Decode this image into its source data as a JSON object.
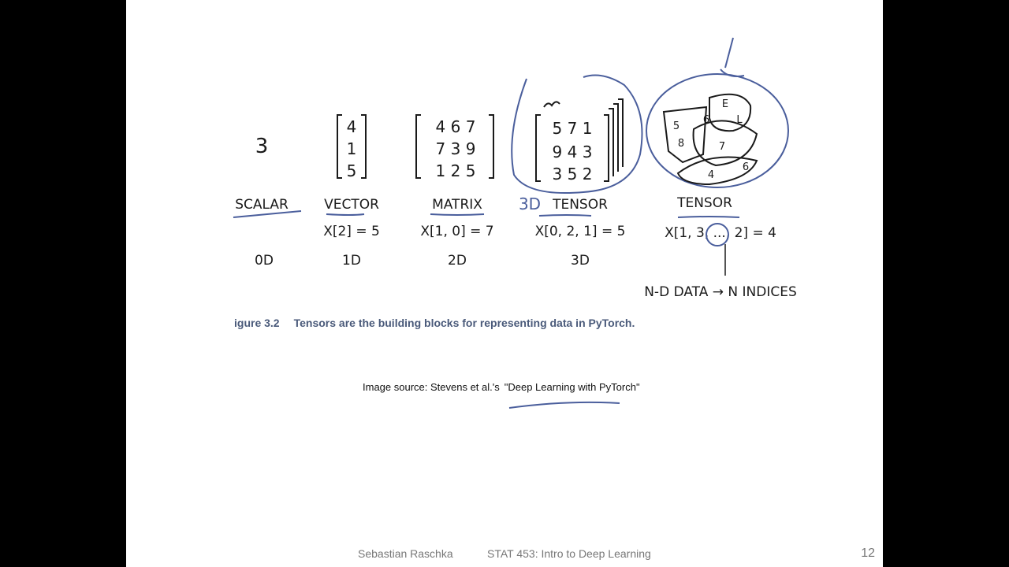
{
  "figure": {
    "items": [
      {
        "content": [
          "3"
        ],
        "label": "SCALAR",
        "index_expr": "",
        "dim": "0D"
      },
      {
        "content": [
          "4",
          "1",
          "5"
        ],
        "label": "VECTOR",
        "index_expr": "X[2] = 5",
        "dim": "1D"
      },
      {
        "content": [
          "4 6 7",
          "7 3 9",
          "1 2 5"
        ],
        "label": "MATRIX",
        "index_expr": "X[1, 0] = 7",
        "dim": "2D"
      },
      {
        "content": [
          "5 7 1",
          "9 4 3",
          "3 5 2"
        ],
        "label": "TENSOR",
        "index_expr": "X[0, 2, 1] = 5",
        "dim": "3D"
      },
      {
        "content": [
          "5",
          "6",
          "E",
          "L",
          "8",
          "7",
          "4",
          "6"
        ],
        "label": "TENSOR",
        "index_expr": "X[1, 3, ..., 2] = 4",
        "dim": ""
      }
    ],
    "annotation_3d": "3D",
    "nd_note": "N-D DATA → N INDICES",
    "caption_prefix": "igure 3.2",
    "caption_text": "Tensors are the building blocks for representing data in PyTorch."
  },
  "source": {
    "prefix": "Image source: Stevens et al.'s",
    "title": "\"Deep Learning with PyTorch\""
  },
  "footer": {
    "author": "Sebastian Raschka",
    "course": "STAT 453: Intro to Deep Learning",
    "page": "12"
  },
  "colors": {
    "annotation": "#4a5e9c",
    "ink": "#1a1a1a"
  }
}
